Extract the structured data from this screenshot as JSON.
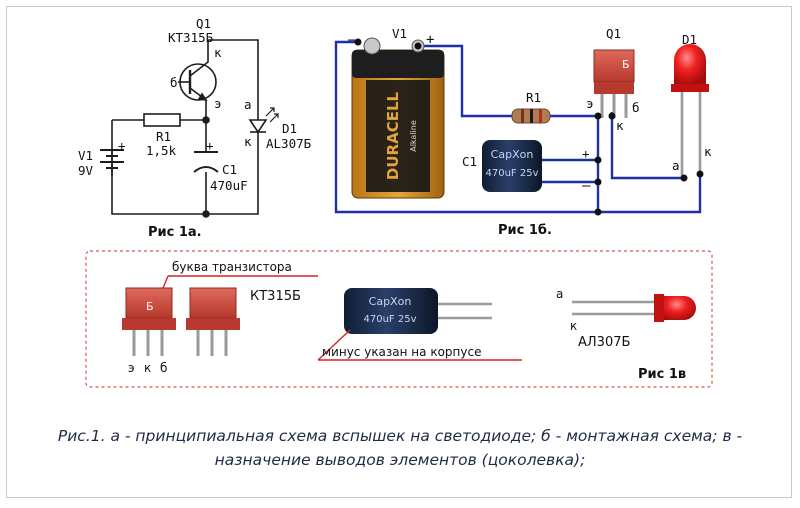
{
  "schematic": {
    "q1_name": "Q1",
    "q1_type": "КТ315Б",
    "pin_k": "к",
    "pin_b": "б",
    "pin_e": "э",
    "r1_name": "R1",
    "r1_value": "1,5k",
    "v1_name": "V1",
    "v1_value": "9V",
    "c1_name": "C1",
    "c1_value": "470uF",
    "d1_name": "D1",
    "d1_type": "AL307Б",
    "pin_a": "а",
    "plus": "+",
    "fig_label": "Рис 1а."
  },
  "mounting": {
    "v1_name": "V1",
    "minus": "–",
    "plus": "+",
    "battery_brand": "DURACELL",
    "battery_sub": "Alkaline",
    "r1_name": "R1",
    "c1_name": "C1",
    "cap_brand": "CapXon",
    "cap_rating": "470uF 25v",
    "q1_name": "Q1",
    "q1_mark": "Б",
    "d1_name": "D1",
    "pin_e": "э",
    "pin_b": "б",
    "pin_k": "к",
    "pin_a": "а",
    "fig_label": "Рис 1б."
  },
  "pinout": {
    "letter_note": "буква транзистора",
    "transistor_mark": "Б",
    "transistor_name": "КТ315Б",
    "pin_e": "э",
    "pin_k": "к",
    "pin_b": "б",
    "cap_brand": "CapXon",
    "cap_rating": "470uF 25v",
    "minus_note": "минус указан на корпусе",
    "pin_a": "а",
    "pin_k2": "к",
    "led_name": "АЛ307Б",
    "fig_label": "Рис 1в"
  },
  "caption": {
    "line1": "Рис.1. а - принципиальная схема вспышек на светодиоде; б - монтажная схема; в -",
    "line2": "назначение выводов элементов (цоколевка);"
  },
  "colors": {
    "wire_schematic": "#1d1d1d",
    "wire_mounting": "#1f2fa8",
    "dashed_border": "#d9534f",
    "callout": "#d2232a",
    "led_red": "#e8141b",
    "transistor_red": "#c9433a"
  }
}
